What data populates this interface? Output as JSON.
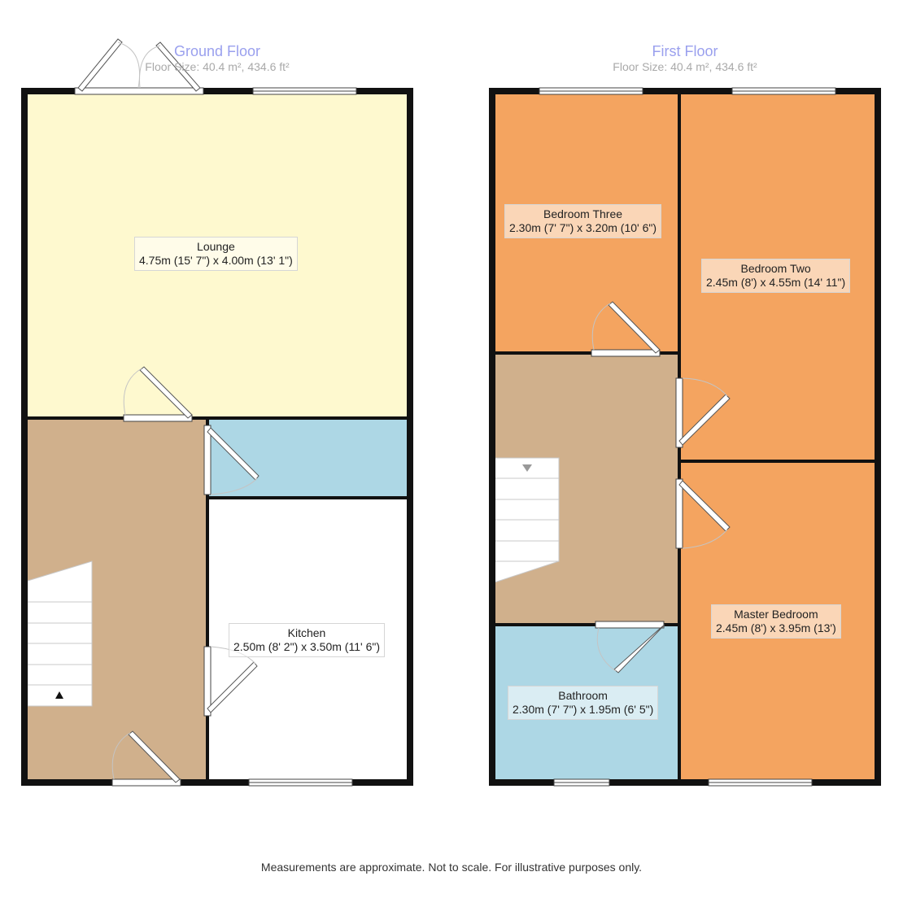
{
  "colors": {
    "lounge": "#fef9cf",
    "hall": "#d0b08c",
    "kitchen": "#ffffff",
    "utility": "#add7e5",
    "bedroom": "#f4a460",
    "bathroom": "#add7e5",
    "wall": "#111111"
  },
  "ground_floor": {
    "title": "Ground Floor",
    "size": "Floor Size: 40.4 m², 434.6 ft²",
    "rooms": {
      "lounge": {
        "name": "Lounge",
        "dims": "4.75m (15' 7\") x 4.00m (13' 1\")"
      },
      "kitchen": {
        "name": "Kitchen",
        "dims": "2.50m (8' 2\") x 3.50m (11' 6\")"
      }
    }
  },
  "first_floor": {
    "title": "First Floor",
    "size": "Floor Size: 40.4 m², 434.6 ft²",
    "rooms": {
      "bedroom_three": {
        "name": "Bedroom Three",
        "dims": "2.30m (7' 7\") x 3.20m (10' 6\")"
      },
      "bedroom_two": {
        "name": "Bedroom Two",
        "dims": "2.45m (8') x 4.55m (14' 11\")"
      },
      "master_bedroom": {
        "name": "Master Bedroom",
        "dims": "2.45m (8') x 3.95m (13')"
      },
      "bathroom": {
        "name": "Bathroom",
        "dims": "2.30m (7' 7\") x 1.95m (6' 5\")"
      }
    }
  },
  "footer": "Measurements are approximate. Not to scale. For illustrative purposes only."
}
